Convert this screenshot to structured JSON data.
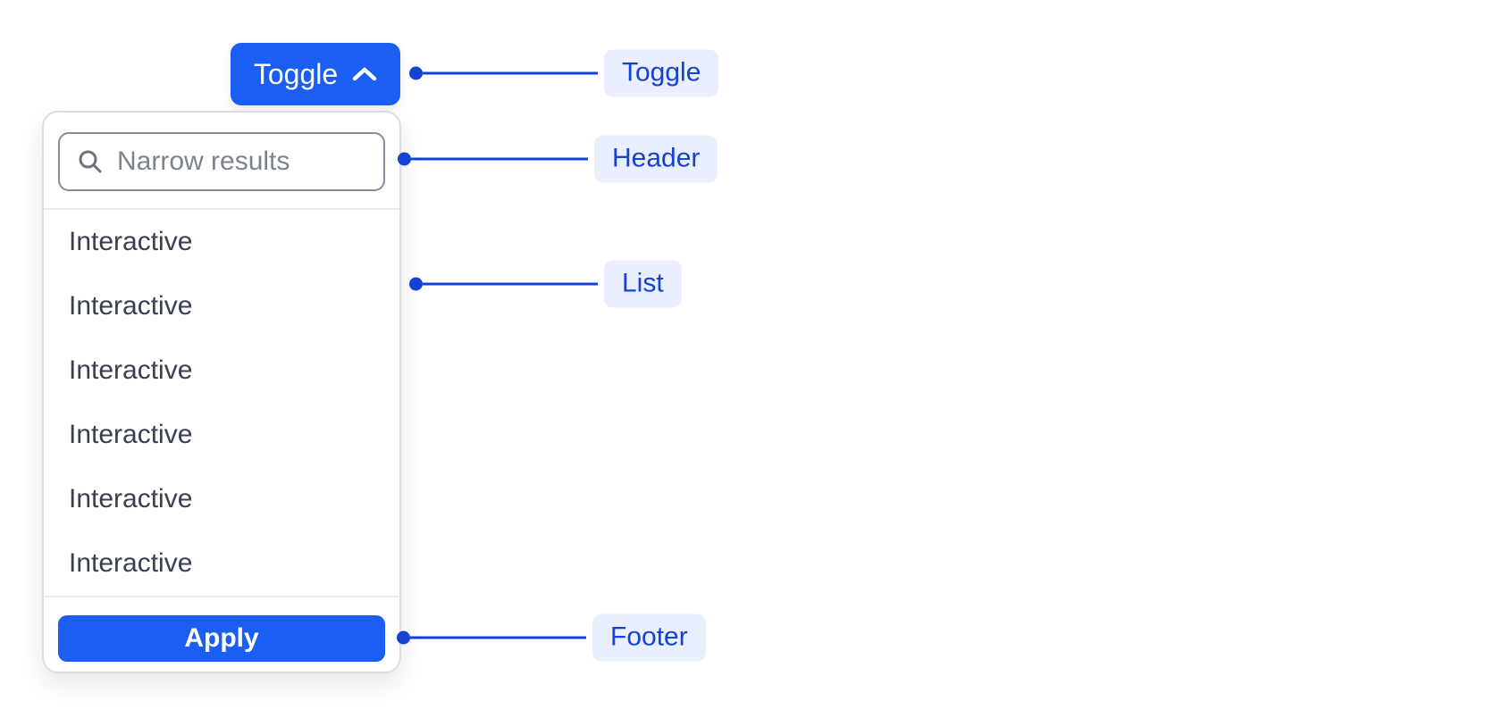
{
  "toggle_button": {
    "label": "Toggle",
    "state": "expanded",
    "chevron_icon": "chevron-up-icon"
  },
  "dropdown": {
    "header": {
      "search_icon": "search-icon",
      "search_value": "",
      "search_placeholder": "Narrow results"
    },
    "list": {
      "items": [
        {
          "label": "Interactive"
        },
        {
          "label": "Interactive"
        },
        {
          "label": "Interactive"
        },
        {
          "label": "Interactive"
        },
        {
          "label": "Interactive"
        },
        {
          "label": "Interactive"
        }
      ]
    },
    "footer": {
      "apply_label": "Apply"
    }
  },
  "annotations": [
    {
      "label": "Toggle"
    },
    {
      "label": "Header"
    },
    {
      "label": "List"
    },
    {
      "label": "Footer"
    }
  ],
  "colors": {
    "primary_blue": "#1b5ef2",
    "annotation_blue": "#1442d4",
    "annotation_badge_bg": "#e9effc",
    "panel_border": "#dbdde2",
    "input_border": "#878d99",
    "list_text": "#394150",
    "placeholder_text": "#7d838e",
    "divider": "#e7e9ec"
  }
}
